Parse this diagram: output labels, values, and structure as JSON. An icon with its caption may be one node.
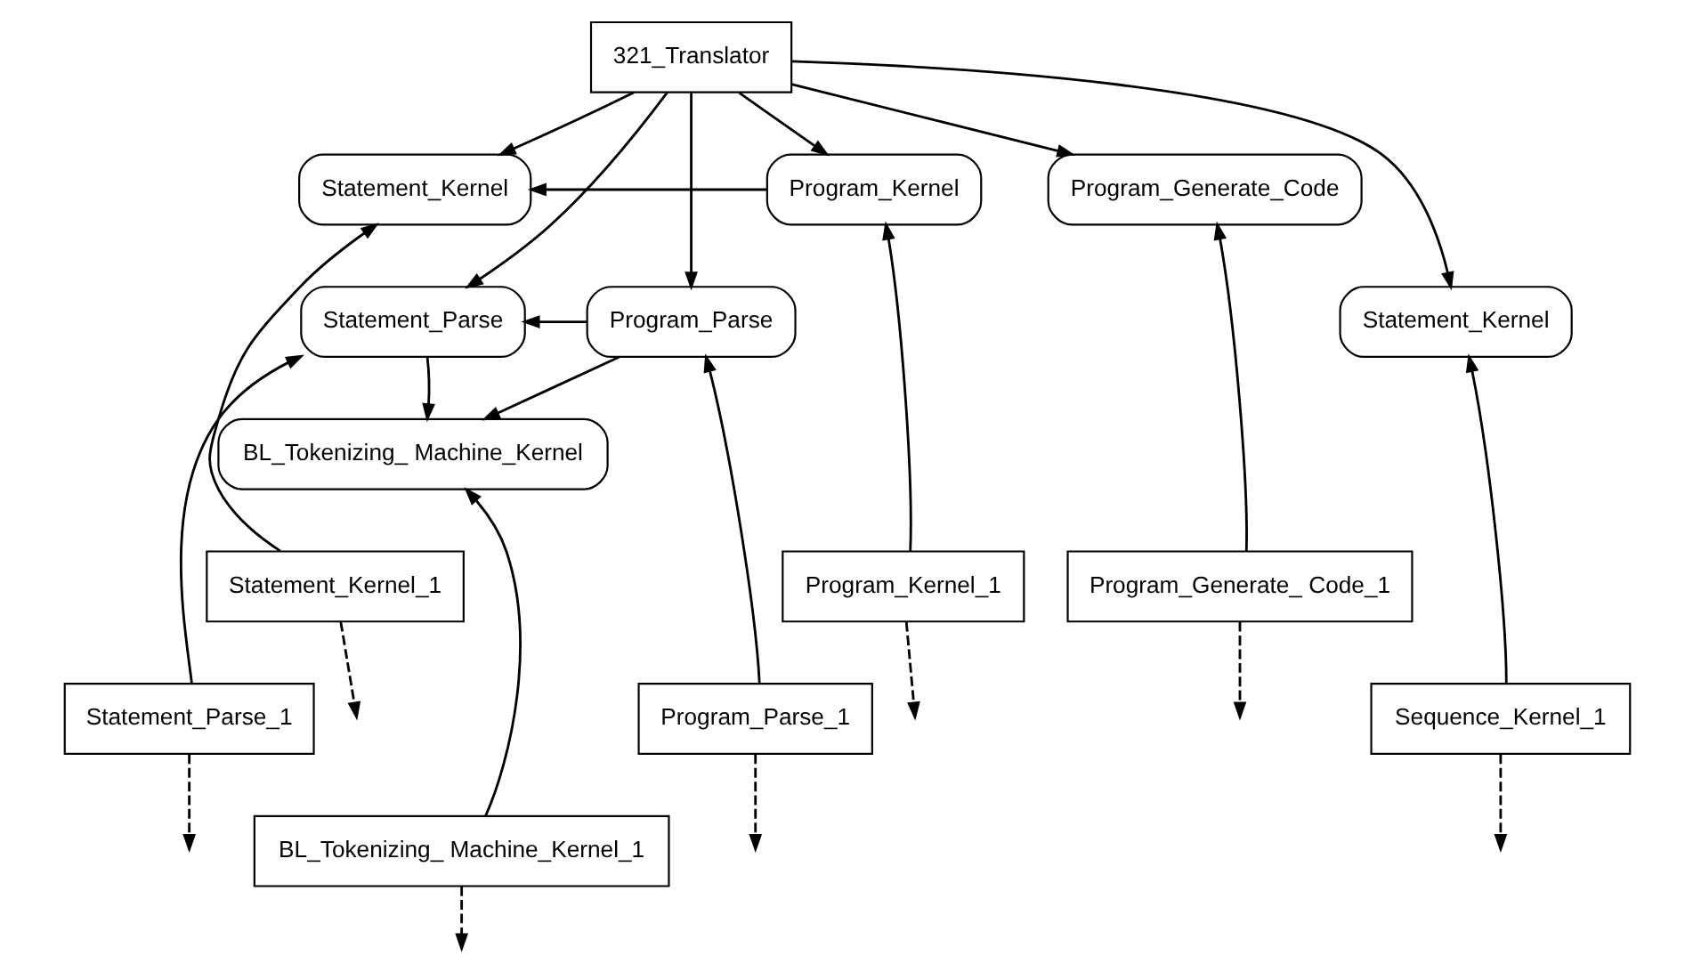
{
  "diagram": {
    "nodes": [
      {
        "text": [
          "321_Translator"
        ]
      },
      {
        "text": [
          "Statement_Kernel"
        ]
      },
      {
        "text": [
          "Program_Kernel"
        ]
      },
      {
        "text": [
          "Program_Generate_Code"
        ]
      },
      {
        "text": [
          "Statement_Parse"
        ]
      },
      {
        "text": [
          "Program_Parse"
        ]
      },
      {
        "text": [
          "Statement_Kernel"
        ]
      },
      {
        "text": [
          "BL_Tokenizing_ Machine_Kernel"
        ]
      },
      {
        "text": [
          "Statement_Kernel_1"
        ]
      },
      {
        "text": [
          "Program_Kernel_1"
        ]
      },
      {
        "text": [
          "Program_Generate_ Code_1"
        ]
      },
      {
        "text": [
          "Statement_Parse_1"
        ]
      },
      {
        "text": [
          "Program_Parse_1"
        ]
      },
      {
        "text": [
          "Sequence_Kernel_1"
        ]
      },
      {
        "text": [
          "BL_Tokenizing_ Machine_Kernel_1"
        ]
      }
    ],
    "edges": [
      {
        "from": 0,
        "to": 1,
        "arrow": "to"
      },
      {
        "from": 0,
        "to": 4,
        "arrow": "to"
      },
      {
        "from": 0,
        "to": 2,
        "arrow": "to"
      },
      {
        "from": 0,
        "to": 5,
        "arrow": "to"
      },
      {
        "from": 0,
        "to": 3,
        "arrow": "to"
      },
      {
        "from": 0,
        "to": 6,
        "arrow": "to"
      },
      {
        "from": 2,
        "to": 1,
        "arrow": "to"
      },
      {
        "from": 5,
        "to": 4,
        "arrow": "to"
      },
      {
        "from": 4,
        "to": 7,
        "arrow": "to"
      },
      {
        "from": 5,
        "to": 7,
        "arrow": "to"
      },
      {
        "from": 8,
        "to": 1,
        "arrow": "to"
      },
      {
        "from": 11,
        "to": 4,
        "arrow": "to"
      },
      {
        "from": 14,
        "to": 7,
        "arrow": "to"
      },
      {
        "from": 9,
        "to": 2,
        "arrow": "to"
      },
      {
        "from": 12,
        "to": 5,
        "arrow": "to"
      },
      {
        "from": 10,
        "to": 3,
        "arrow": "to"
      },
      {
        "from": 13,
        "to": 6,
        "arrow": "to"
      },
      {
        "from": 8,
        "to": null,
        "arrow": "to",
        "style": "dashed"
      },
      {
        "from": 11,
        "to": null,
        "arrow": "to",
        "style": "dashed"
      },
      {
        "from": 14,
        "to": null,
        "arrow": "to",
        "style": "dashed"
      },
      {
        "from": 9,
        "to": null,
        "arrow": "to",
        "style": "dashed"
      },
      {
        "from": 12,
        "to": null,
        "arrow": "to",
        "style": "dashed"
      },
      {
        "from": 10,
        "to": null,
        "arrow": "to",
        "style": "dashed"
      },
      {
        "from": 13,
        "to": null,
        "arrow": "to",
        "style": "dashed"
      }
    ]
  }
}
